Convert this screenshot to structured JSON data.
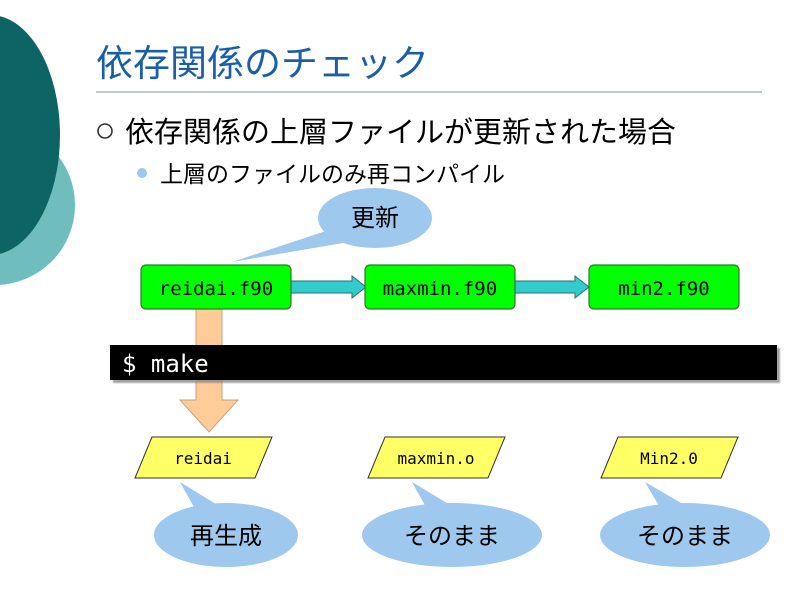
{
  "title": "依存関係のチェック",
  "bullet1": "依存関係の上層ファイルが更新された場合",
  "bullet2": "上層のファイルのみ再コンパイル",
  "callouts": {
    "update": "更新",
    "regenerate": "再生成",
    "unchanged1": "そのまま",
    "unchanged2": "そのまま"
  },
  "sources": [
    "reidai.f90",
    "maxmin.f90",
    "min2.f90"
  ],
  "outputs": [
    "reidai",
    "maxmin.o",
    "Min2.0"
  ],
  "command": "$ make",
  "colors": {
    "title": "#1a5ea8",
    "deco_dark": "#0e6464",
    "deco_light": "#6fbdbd",
    "rule": "#7a9a9a",
    "source_box": "#00ff00",
    "output_box": "#ffff66",
    "callout": "#9ec8ee",
    "connector": "#33cccc",
    "down_arrow": "#ffcc99",
    "terminal": "#000000"
  }
}
